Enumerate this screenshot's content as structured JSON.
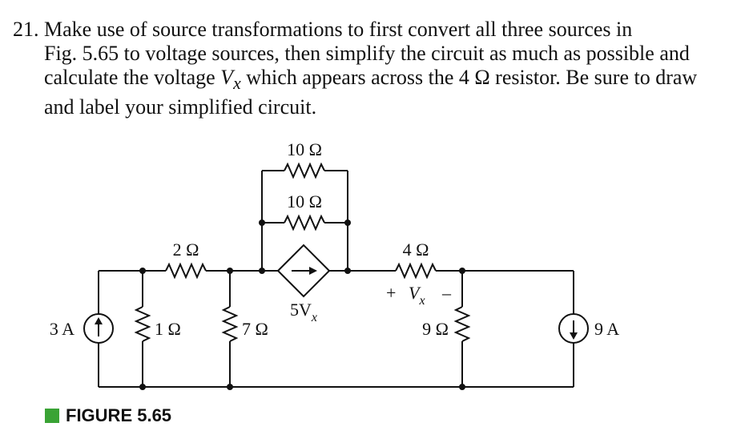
{
  "problem": {
    "number": "21.",
    "line1": "Make use of source transformations to first convert all three sources in",
    "line2": "Fig. 5.65 to voltage sources, then simplify the circuit as much as possible and",
    "line3_a": "calculate the voltage ",
    "line3_var": "V",
    "line3_sub": "x",
    "line3_b": " which appears across the 4 Ω resistor. Be sure to draw",
    "line4": "and label your simplified circuit."
  },
  "figure": {
    "caption": "FIGURE 5.65",
    "caption_color": "#3aa335",
    "labels": {
      "r10_top": "10 Ω",
      "r10_mid": "10 Ω",
      "r2": "2 Ω",
      "r4": "4 Ω",
      "r1": "1 Ω",
      "r7": "7 Ω",
      "r9": "9 Ω",
      "src_left": "3 A",
      "src_right": "9 A",
      "dep_coef": "5V",
      "dep_sub": "x",
      "vx_plus": "+",
      "vx_var": "V",
      "vx_sub": "x",
      "vx_minus": "–",
      "vx_color": "#6a2aa8"
    }
  }
}
